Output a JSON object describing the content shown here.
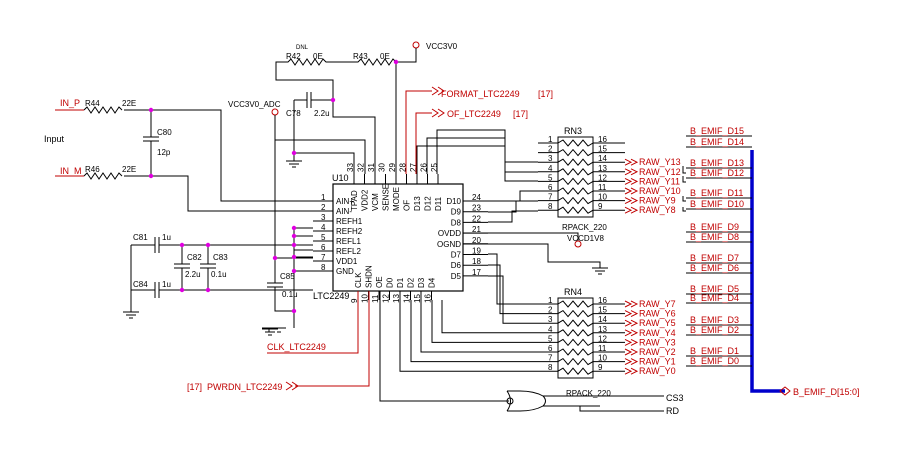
{
  "chip": {
    "ref": "U10",
    "part": "LTC2249",
    "left_pins": [
      {
        "num": "1",
        "name": "AIN+"
      },
      {
        "num": "2",
        "name": "AIN-"
      },
      {
        "num": "3",
        "name": "REFH1"
      },
      {
        "num": "4",
        "name": "REFH2"
      },
      {
        "num": "5",
        "name": "REFL1"
      },
      {
        "num": "6",
        "name": "REFL2"
      },
      {
        "num": "7",
        "name": "VDD1"
      },
      {
        "num": "8",
        "name": "GND"
      }
    ],
    "top_pins": [
      {
        "num": "33",
        "name": "TPAD"
      },
      {
        "num": "32",
        "name": "VDD2"
      },
      {
        "num": "31",
        "name": "VCM"
      },
      {
        "num": "30",
        "name": "SENSE"
      },
      {
        "num": "29",
        "name": "MODE"
      },
      {
        "num": "28",
        "name": "OF"
      },
      {
        "num": "27",
        "name": "D13"
      },
      {
        "num": "26",
        "name": "D12"
      },
      {
        "num": "25",
        "name": "D11"
      }
    ],
    "right_pins": [
      {
        "num": "24",
        "name": "D10"
      },
      {
        "num": "23",
        "name": "D9"
      },
      {
        "num": "22",
        "name": "D8"
      },
      {
        "num": "21",
        "name": "OVDD"
      },
      {
        "num": "20",
        "name": "OGND"
      },
      {
        "num": "19",
        "name": "D7"
      },
      {
        "num": "18",
        "name": "D6"
      },
      {
        "num": "17",
        "name": "D5"
      }
    ],
    "bottom_pins": [
      {
        "num": "9",
        "name": "CLK"
      },
      {
        "num": "10",
        "name": "SHDN"
      },
      {
        "num": "11",
        "name": "OE"
      },
      {
        "num": "12",
        "name": "D0"
      },
      {
        "num": "13",
        "name": "D1"
      },
      {
        "num": "14",
        "name": "D2"
      },
      {
        "num": "15",
        "name": "D3"
      },
      {
        "num": "16",
        "name": "D4"
      }
    ]
  },
  "labels": {
    "input": "Input",
    "in_p": "IN_P",
    "in_m": "IN_M",
    "vcc3v0": "VCC3V0",
    "vcc3v0_adc": "VCC3V0_ADC",
    "vccd1v8": "VCCD1V8",
    "format": "FORMAT_LTC2249",
    "format_ref": "[17]",
    "of": "OF_LTC2249",
    "of_ref": "[17]",
    "clk": "CLK_LTC2249",
    "pwrdn": "PWRDN_LTC2249",
    "pwrdn_ref": "[17]",
    "cs3": "CS3",
    "rd": "RD",
    "bus": "B_EMIF_D[15:0]",
    "dnl": "DNL"
  },
  "components": {
    "r44": {
      "ref": "R44",
      "value": "22E"
    },
    "r46": {
      "ref": "R46",
      "value": "22E"
    },
    "r42": {
      "ref": "R42",
      "value": "0E"
    },
    "r43": {
      "ref": "R43",
      "value": "0E"
    },
    "c80": {
      "ref": "C80",
      "value": "12p"
    },
    "c78": {
      "ref": "C78",
      "value": "2.2u"
    },
    "c81": {
      "ref": "C81",
      "value": "1u"
    },
    "c82": {
      "ref": "C82",
      "value": "2.2u"
    },
    "c83": {
      "ref": "C83",
      "value": "0.1u"
    },
    "c84": {
      "ref": "C84",
      "value": "1u"
    },
    "c85": {
      "ref": "C85",
      "value": "0.1u"
    }
  },
  "rn3": {
    "ref": "RN3",
    "part": "RPACK_220",
    "left_pins": [
      "1",
      "2",
      "3",
      "4",
      "5",
      "6",
      "7",
      "8"
    ],
    "right_pins": [
      "16",
      "15",
      "14",
      "13",
      "12",
      "11",
      "10",
      "9"
    ],
    "raw": [
      "RAW_Y13",
      "RAW_Y12",
      "RAW_Y11",
      "RAW_Y10",
      "RAW_Y9",
      "RAW_Y8"
    ]
  },
  "rn4": {
    "ref": "RN4",
    "part": "RPACK_220",
    "left_pins": [
      "1",
      "2",
      "3",
      "4",
      "5",
      "6",
      "7",
      "8"
    ],
    "right_pins": [
      "16",
      "15",
      "14",
      "13",
      "12",
      "11",
      "10",
      "9"
    ],
    "raw": [
      "RAW_Y7",
      "RAW_Y6",
      "RAW_Y5",
      "RAW_Y4",
      "RAW_Y3",
      "RAW_Y2",
      "RAW_Y1",
      "RAW_Y0"
    ]
  },
  "emif": [
    "B_EMIF_D15",
    "B_EMIF_D14",
    "B_EMIF_D13",
    "B_EMIF_D12",
    "B_EMIF_D11",
    "B_EMIF_D10",
    "B_EMIF_D9",
    "B_EMIF_D8",
    "B_EMIF_D7",
    "B_EMIF_D6",
    "B_EMIF_D5",
    "B_EMIF_D4",
    "B_EMIF_D3",
    "B_EMIF_D2",
    "B_EMIF_D1",
    "B_EMIF_D0"
  ],
  "colors": {
    "wire": "#000000",
    "net_label": "#c00000",
    "bus": "#0000cc",
    "junction": "#e000e0"
  }
}
